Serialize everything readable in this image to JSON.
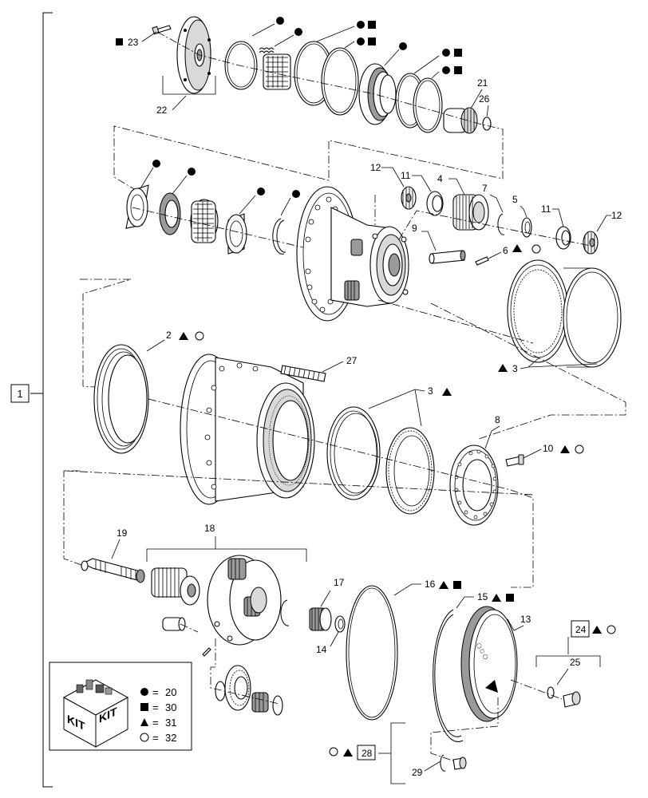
{
  "main_label": "1",
  "kit": {
    "icon_text_1": "KIT",
    "icon_text_2": "KIT",
    "legend": [
      {
        "symbol": "filled-circle",
        "value": "20"
      },
      {
        "symbol": "filled-square",
        "value": "30"
      },
      {
        "symbol": "filled-triangle",
        "value": "31"
      },
      {
        "symbol": "open-circle",
        "value": "32"
      }
    ],
    "equals": "="
  },
  "callouts": {
    "p2": "2",
    "p3a": "3",
    "p3b": "3",
    "p4": "4",
    "p5": "5",
    "p6": "6",
    "p7": "7",
    "p8": "8",
    "p9": "9",
    "p10": "10",
    "p11a": "11",
    "p11b": "11",
    "p12a": "12",
    "p12b": "12",
    "p13": "13",
    "p14": "14",
    "p15": "15",
    "p16": "16",
    "p17": "17",
    "p18": "18",
    "p19": "19",
    "p21": "21",
    "p22": "22",
    "p23": "23",
    "p24": "24",
    "p25": "25",
    "p26": "26",
    "p27": "27",
    "p28": "28",
    "p29": "29"
  },
  "icons": [
    "filled-circle-icon",
    "filled-square-icon",
    "filled-triangle-icon",
    "open-circle-icon",
    "kit-box-icon"
  ]
}
